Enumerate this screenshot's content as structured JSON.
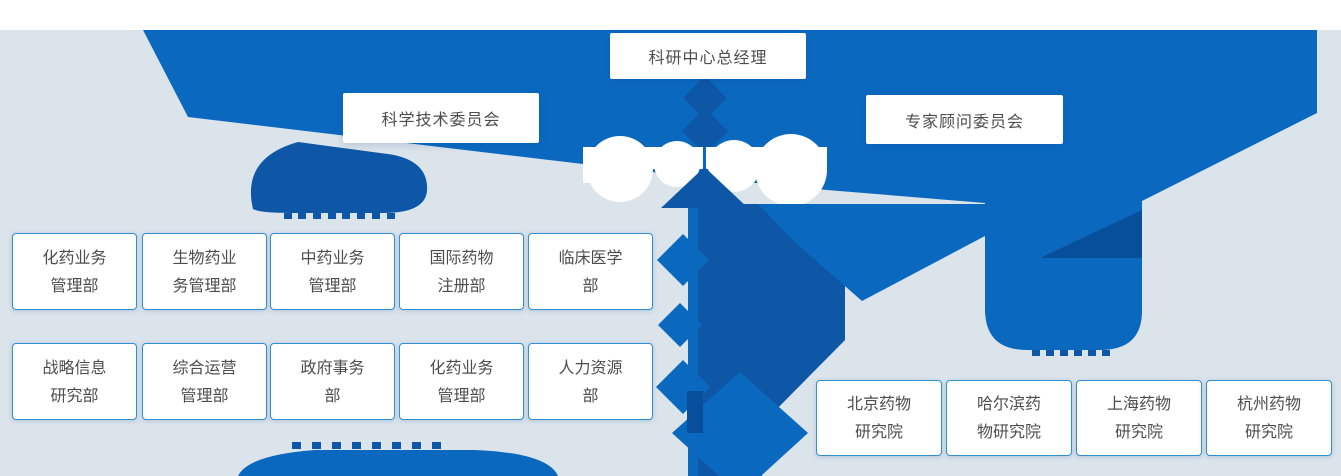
{
  "palette": {
    "primary_blue": "#0a69bf",
    "dark_blue": "#0d57a6",
    "deep_blue": "#084f9b",
    "page_background": "#dbe3eb",
    "top_strip": "#ffffff",
    "box_border": "#2f8fd3",
    "text_color": "#4d4d4d"
  },
  "org": {
    "root": {
      "label": "科研中心总经理"
    },
    "committees": [
      {
        "label": "科学技术委员会"
      },
      {
        "label": "专家顾问委员会"
      }
    ],
    "dept_row1": [
      {
        "line1": "化药业务",
        "line2": "管理部"
      },
      {
        "line1": "生物药业",
        "line2": "务管理部"
      },
      {
        "line1": "中药业务",
        "line2": "管理部"
      },
      {
        "line1": "国际药物",
        "line2": "注册部"
      },
      {
        "line1": "临床医学",
        "line2": "部"
      }
    ],
    "dept_row2": [
      {
        "line1": "战略信息",
        "line2": "研究部"
      },
      {
        "line1": "综合运营",
        "line2": "管理部"
      },
      {
        "line1": "政府事务",
        "line2": "部"
      },
      {
        "line1": "化药业务",
        "line2": "管理部"
      },
      {
        "line1": "人力资源",
        "line2": "部"
      }
    ],
    "institutes": [
      {
        "line1": "北京药物",
        "line2": "研究院"
      },
      {
        "line1": "哈尔滨药",
        "line2": "物研究院"
      },
      {
        "line1": "上海药物",
        "line2": "研究院"
      },
      {
        "line1": "杭州药物",
        "line2": "研究院"
      }
    ]
  }
}
